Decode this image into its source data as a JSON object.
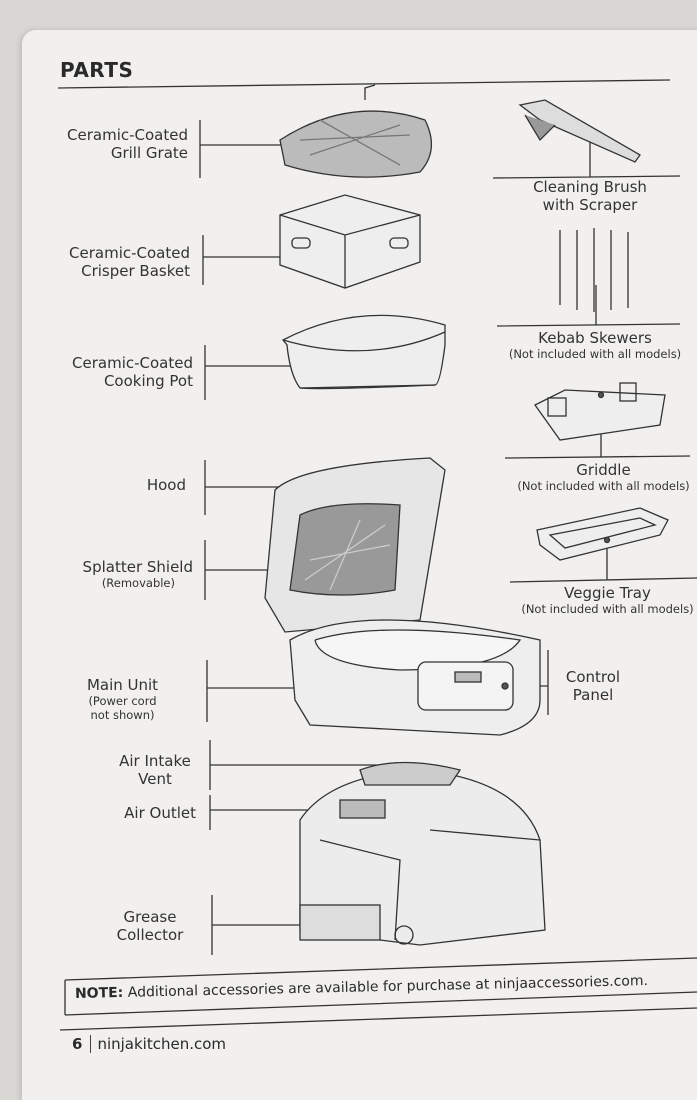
{
  "title": "PARTS",
  "left_parts": [
    {
      "label": "Ceramic-Coated Grill Grate"
    },
    {
      "label": "Ceramic-Coated Crisper Basket"
    },
    {
      "label": "Ceramic-Coated Cooking Pot"
    },
    {
      "label": "Hood"
    },
    {
      "label": "Splatter Shield",
      "sub": "(Removable)"
    },
    {
      "label": "Main Unit",
      "sub": "(Power cord not shown)"
    },
    {
      "label": "Air Intake Vent"
    },
    {
      "label": "Air Outlet"
    },
    {
      "label": "Grease Collector"
    }
  ],
  "right_parts": [
    {
      "label": "Cleaning Brush with Scraper"
    },
    {
      "label": "Kebab Skewers",
      "sub": "(Not included with all models)"
    },
    {
      "label": "Griddle",
      "sub": "(Not included with all models)"
    },
    {
      "label": "Veggie Tray",
      "sub": "(Not included with all models)"
    },
    {
      "label": "Control Panel"
    }
  ],
  "note": {
    "prefix": "NOTE:",
    "text": "Additional accessories are available for purchase at ninjaaccessories.com."
  },
  "footer": {
    "page_number": "6",
    "site": "ninjakitchen.com"
  }
}
